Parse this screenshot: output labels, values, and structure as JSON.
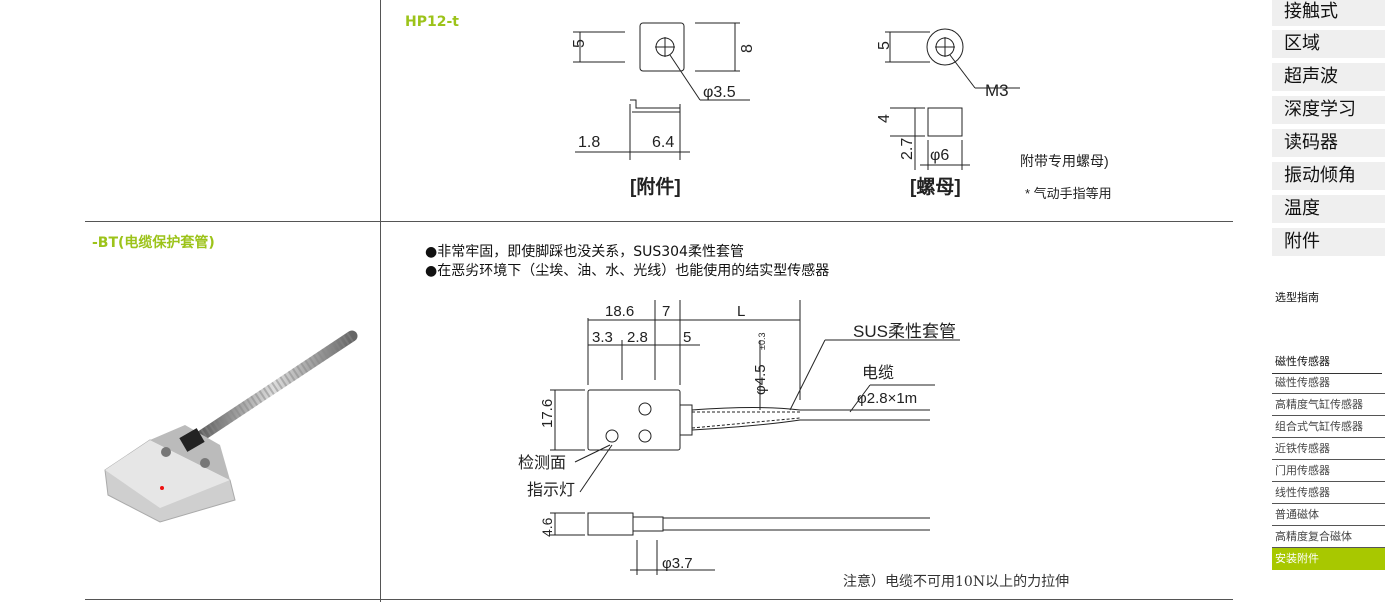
{
  "section1": {
    "model": "HP12-t",
    "dims_a": [
      "5",
      "8",
      "φ3.5",
      "1.8",
      "6.4"
    ],
    "caption_a": "[附件]",
    "dims_b": [
      "5",
      "M3",
      "4",
      "2.7",
      "φ6"
    ],
    "caption_b": "[螺母]",
    "note1": "附带专用螺母)",
    "note2": "* 气动手指等用"
  },
  "section2": {
    "model": "-BT(电缆保护套管)",
    "bullets": [
      "●非常牢固，即使脚踩也没关系，SUS304柔性套管",
      "●在恶劣环境下（尘埃、油、水、光线）也能使用的结实型传感器"
    ],
    "dims": [
      "18.6",
      "7",
      "L",
      "3.3",
      "2.8",
      "5",
      "φ4.5",
      "±0.3",
      "17.6",
      "4.6",
      "φ3.7",
      "φ2.8×1m"
    ],
    "labels": {
      "tube": "SUS柔性套管",
      "cable": "电缆",
      "detect": "检测面",
      "indicator": "指示灯"
    },
    "note": "注意）电缆不可用10N以上的力拉伸"
  },
  "sidebar": {
    "categories": [
      "接触式",
      "区域",
      "超声波",
      "深度学习",
      "读码器",
      "振动倾角",
      "温度",
      "附件"
    ],
    "guide": "选型指南",
    "group_title": "磁性传感器",
    "items": [
      "磁性传感器",
      "高精度气缸传感器",
      "组合式气缸传感器",
      "近铁传感器",
      "门用传感器",
      "线性传感器",
      "普通磁体",
      "高精度复合磁体",
      "安装附件"
    ]
  },
  "colors": {
    "accent": "#a8c800",
    "title_green": "#9cc31a"
  }
}
